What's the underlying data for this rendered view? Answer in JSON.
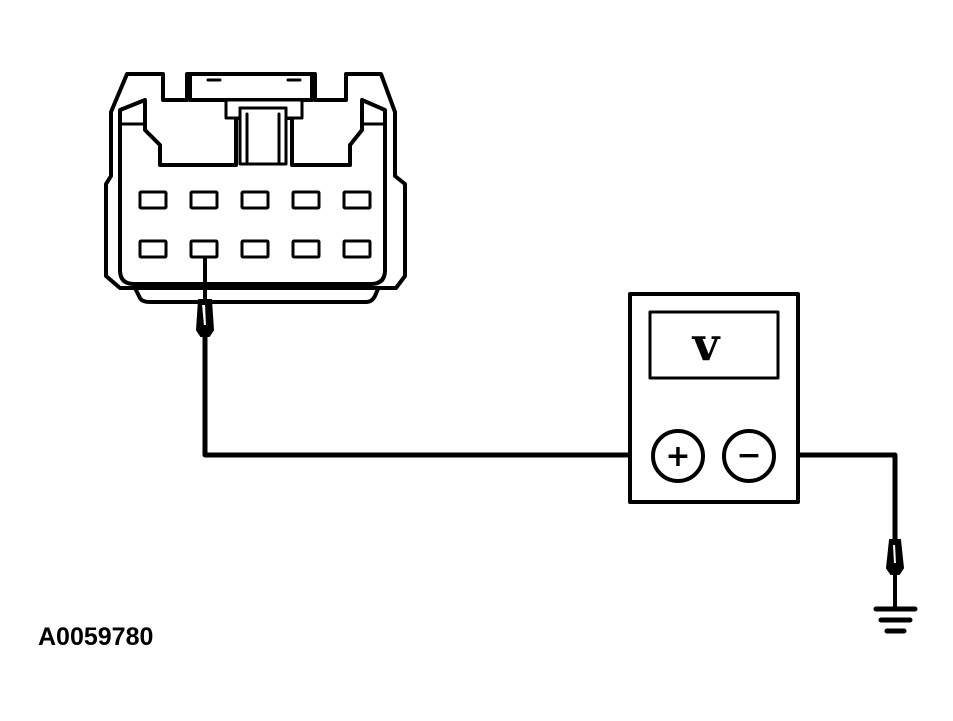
{
  "meter": {
    "display_symbol": "v",
    "positive_terminal": "+",
    "negative_terminal": "−"
  },
  "figure_id": "A0059780",
  "connector": {
    "rows": 2,
    "pins_per_row": 5,
    "probed_pin": {
      "row": 2,
      "column": 2
    }
  },
  "colors": {
    "line": "#000000",
    "background": "#ffffff"
  }
}
